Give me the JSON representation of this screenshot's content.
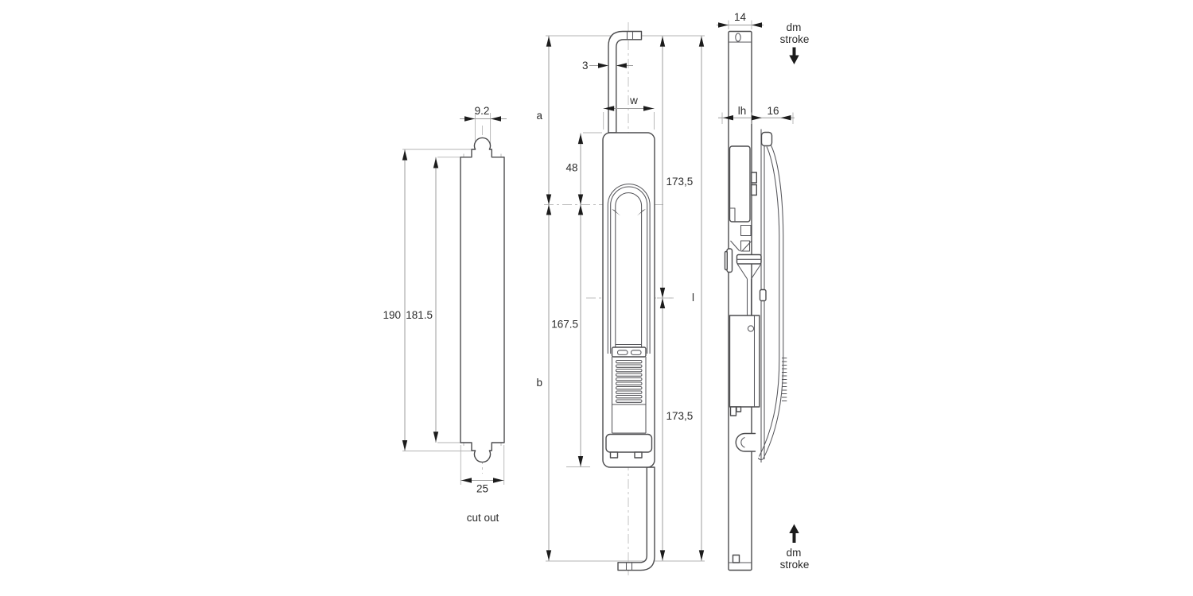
{
  "colors": {
    "background": "#ffffff",
    "part_line": "#4c4c4e",
    "dimension_line": "#9c9c9c",
    "centerline": "#bdbdbd",
    "arrow_and_text": "#1c1c1c"
  },
  "cutout_view": {
    "caption": "cut out",
    "width_top": "9.2",
    "height_overall": "190",
    "height_body": "181.5",
    "width_bottom": "25"
  },
  "front_view": {
    "rod_offset": "3",
    "body_width": "w",
    "dim_a": "a",
    "dim_48": "48",
    "dim_167_5": "167.5",
    "dim_b": "b",
    "dim_173_5_top": "173,5",
    "dim_173_5_bottom": "173,5",
    "total_length": "l"
  },
  "side_view": {
    "depth": "14",
    "dim_lh": "lh",
    "dim_16": "16",
    "stroke_top": {
      "l1": "dm",
      "l2": "stroke"
    },
    "stroke_bottom": {
      "l1": "dm",
      "l2": "stroke"
    }
  }
}
